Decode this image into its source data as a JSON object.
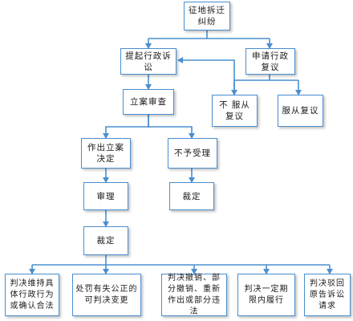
{
  "nodes": {
    "dispute": "征地拆迁纠纷",
    "lawsuit": "提起行政诉讼",
    "review": "申请行政复议",
    "filing_review": "立案审查",
    "dissatisfied": "不 服从复议",
    "satisfied": "服从复议",
    "accept_case": "作出立案决定",
    "reject_case": "不予受理",
    "trial": "审理",
    "ruling_reject": "裁定",
    "ruling": "裁定",
    "outcome_uphold": "判决维持具体行政行为或确认合法",
    "outcome_change": "处罚有失公正的可判决变更",
    "outcome_revoke": "判决撤销、部分撤销、重新作出或部分违法",
    "outcome_perform": "判决一定期限内履行",
    "outcome_dismiss": "判决驳回原告诉讼请求"
  }
}
